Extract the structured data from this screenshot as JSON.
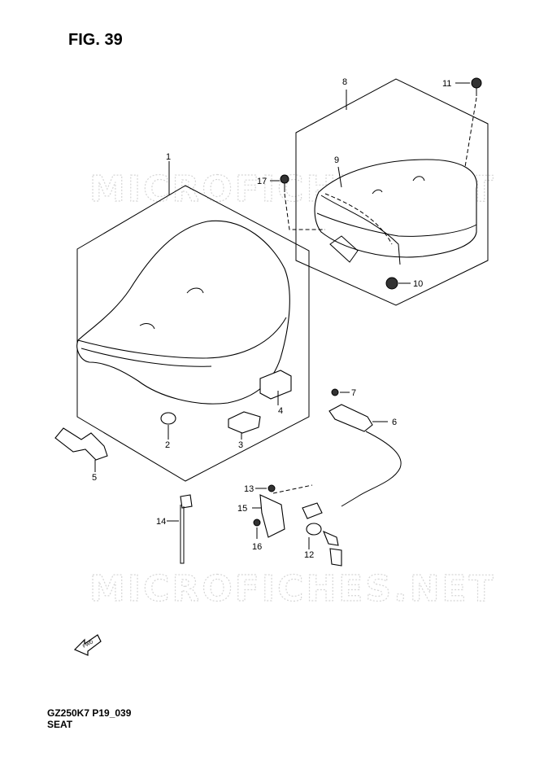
{
  "figure": {
    "title": "FIG. 39",
    "model_code": "GZ250K7 P19_039",
    "caption": "SEAT"
  },
  "watermark": "MICROFICHES.NET",
  "fwd_label": "FWD",
  "callouts": [
    "1",
    "2",
    "3",
    "4",
    "5",
    "6",
    "7",
    "8",
    "9",
    "10",
    "11",
    "12",
    "13",
    "14",
    "15",
    "16",
    "17"
  ]
}
